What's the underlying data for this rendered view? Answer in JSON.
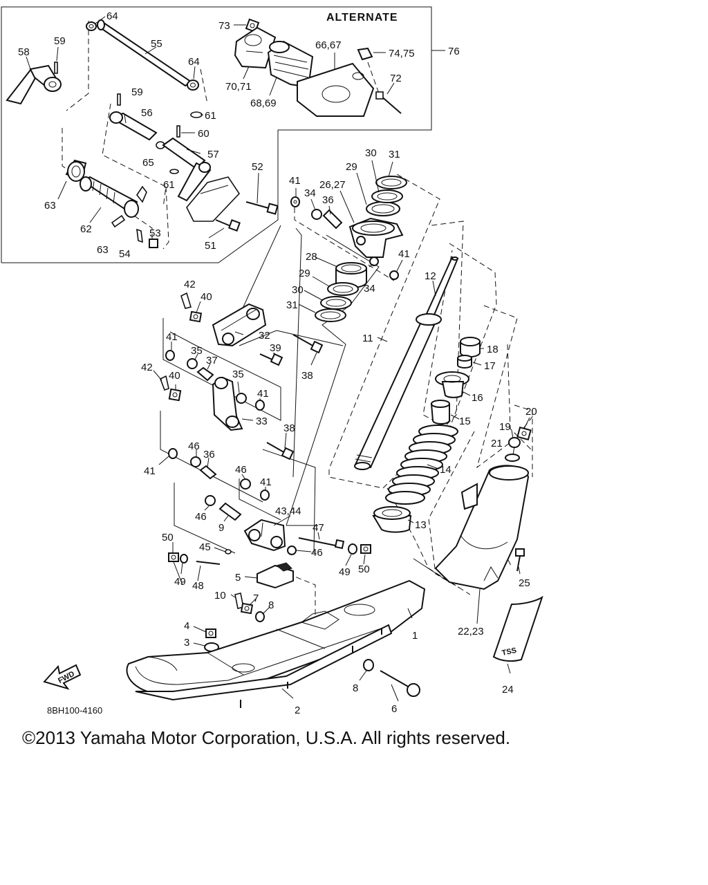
{
  "diagram": {
    "inset_title": "ALTERNATE",
    "drawing_code": "8BH100-4160",
    "fwd_label": "FWD",
    "decal_text": "TSS",
    "callouts": {
      "c64a": "64",
      "c73": "73",
      "c58": "58",
      "c59a": "59",
      "c55": "55",
      "c64b": "64",
      "c6667": "66,67",
      "c7475": "74,75",
      "c76": "76",
      "c7071": "70,71",
      "c72": "72",
      "c6869": "68,69",
      "c59b": "59",
      "c56": "56",
      "c61a": "61",
      "c60": "60",
      "c65": "65",
      "c57": "57",
      "c61b": "61",
      "c52": "52",
      "c63a": "63",
      "c62": "62",
      "c63b": "63",
      "c53": "53",
      "c54": "54",
      "c51": "51",
      "c41a": "41",
      "c34a": "34",
      "c2627": "26,27",
      "c36a": "36",
      "c29a": "29",
      "c30a": "30",
      "c31a": "31",
      "c28": "28",
      "c34b": "34",
      "c41b": "41",
      "c29b": "29",
      "c30b": "30",
      "c31b": "31",
      "c12": "12",
      "c42a": "42",
      "c40a": "40",
      "c32": "32",
      "c11": "11",
      "c41c": "41",
      "c35a": "35",
      "c37": "37",
      "c39": "39",
      "c38a": "38",
      "c18": "18",
      "c17": "17",
      "c42b": "42",
      "c40b": "40",
      "c35b": "35",
      "c41d": "41",
      "c16": "16",
      "c33": "33",
      "c15": "15",
      "c38b": "38",
      "c20": "20",
      "c19": "19",
      "c21": "21",
      "c46a": "46",
      "c36b": "36",
      "c41e": "41",
      "c14": "14",
      "c46b": "46",
      "c41f": "41",
      "c4344": "43,44",
      "c46c": "46",
      "c9": "9",
      "c13": "13",
      "c47": "47",
      "c50a": "50",
      "c45": "45",
      "c46d": "46",
      "c49a": "49",
      "c48": "48",
      "c49b": "49",
      "c50b": "50",
      "c25": "25",
      "c5": "5",
      "c10": "10",
      "c7": "7",
      "c8a": "8",
      "c2223": "22,23",
      "c1": "1",
      "c4": "4",
      "c3": "3",
      "c8b": "8",
      "c24": "24",
      "c2": "2",
      "c6": "6"
    }
  },
  "footer": {
    "copyright": "©2013 Yamaha Motor Corporation, U.S.A. All rights reserved."
  }
}
